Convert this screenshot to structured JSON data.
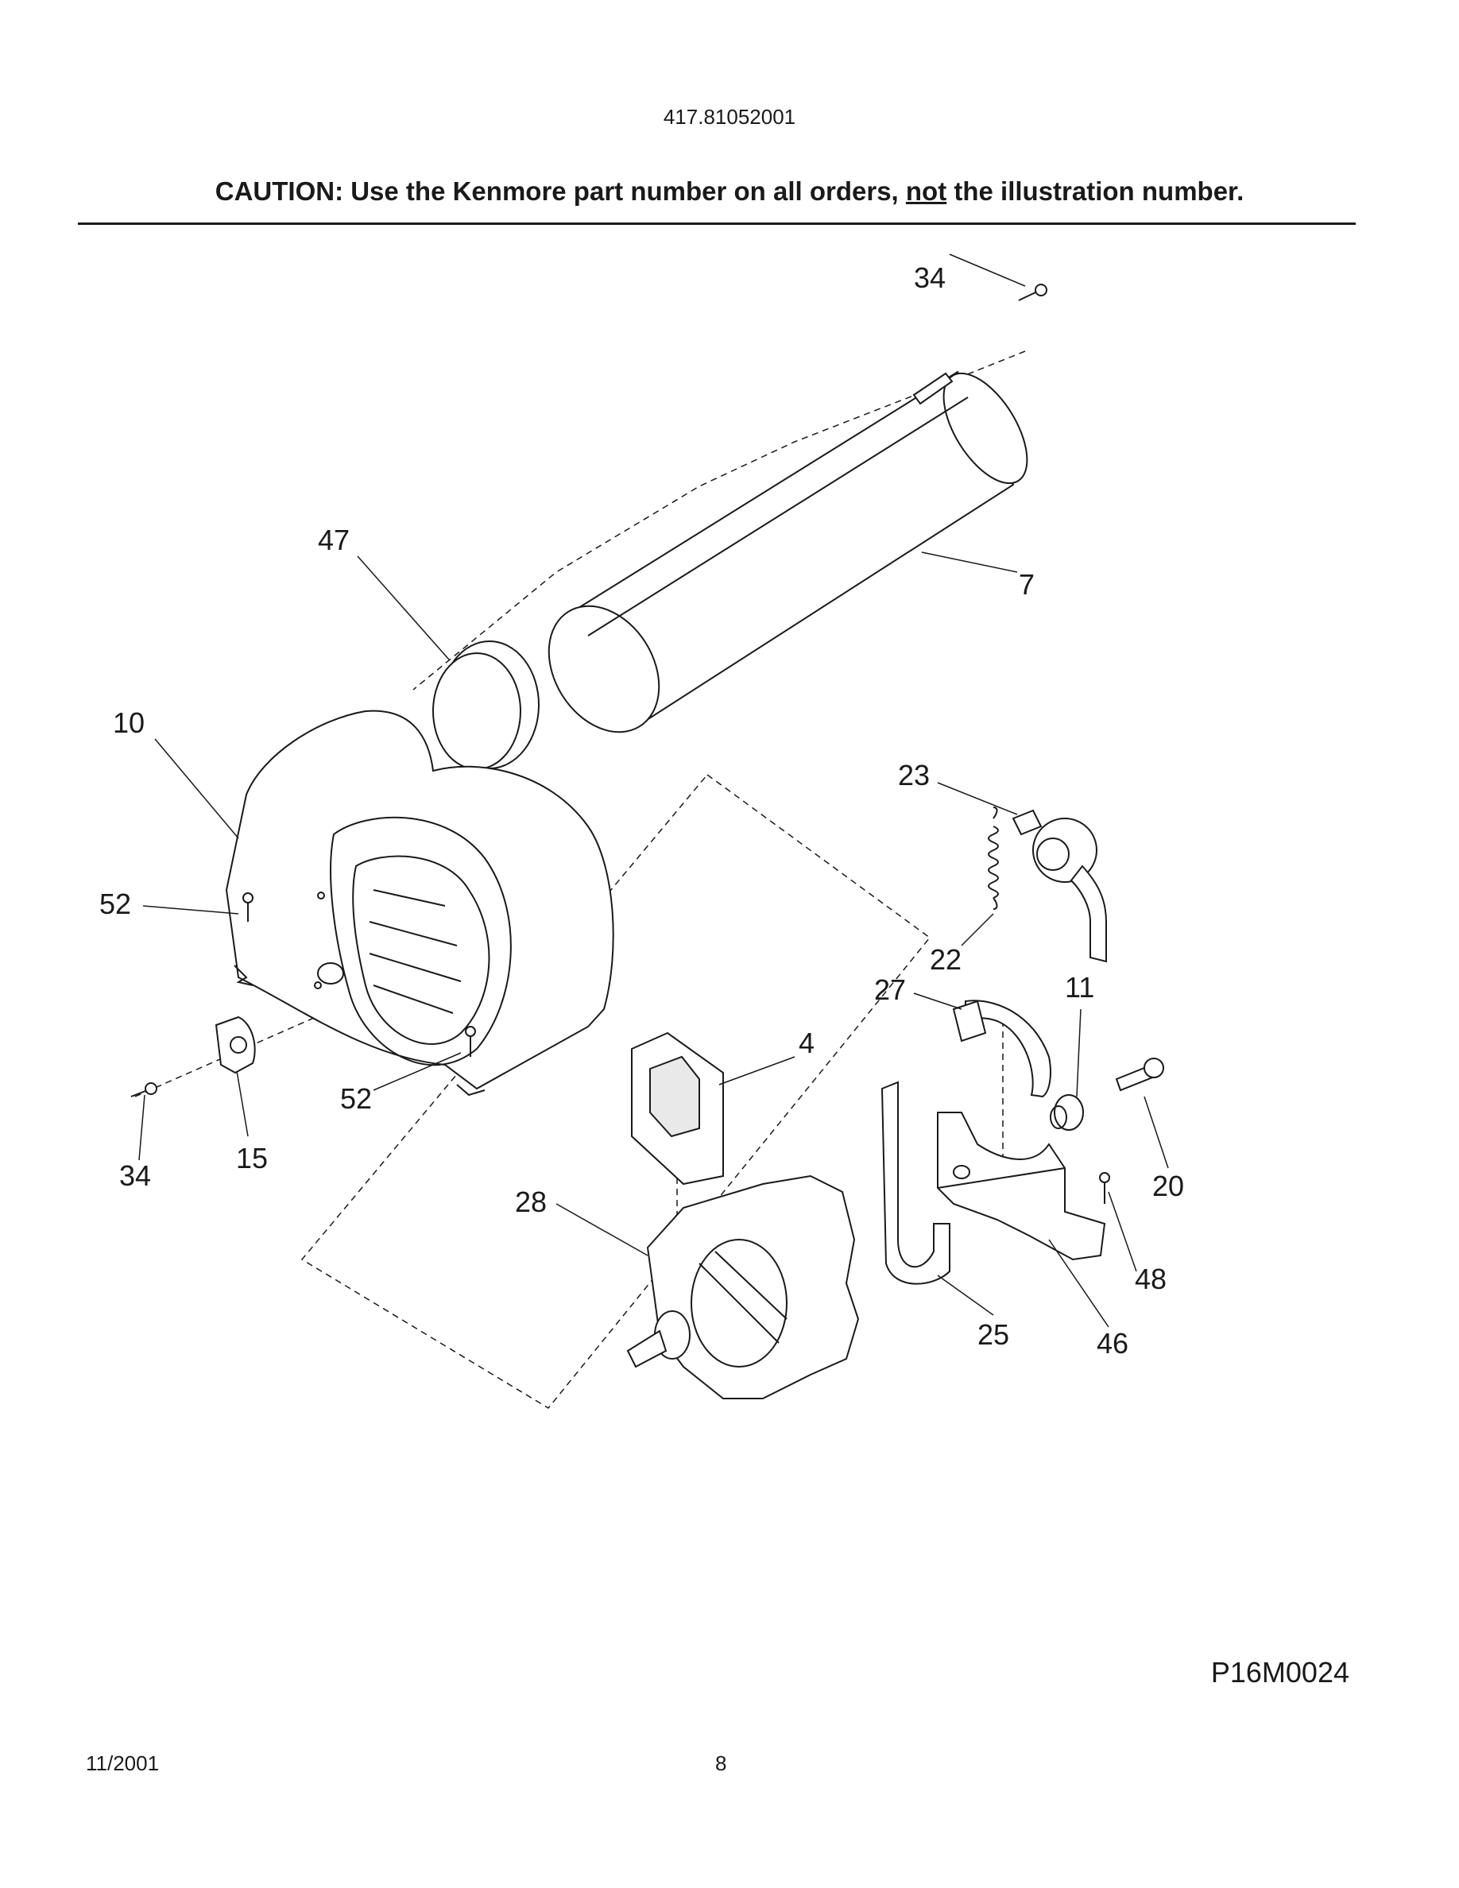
{
  "header": {
    "model_number": "417.81052001",
    "caution_prefix": "CAUTION: Use the Kenmore part number on all orders, ",
    "caution_emphasis": "not",
    "caution_suffix": " the illustration number."
  },
  "diagram": {
    "callouts": [
      "34",
      "47",
      "7",
      "10",
      "23",
      "52",
      "22",
      "27",
      "11",
      "4",
      "52",
      "34",
      "15",
      "20",
      "28",
      "48",
      "25",
      "46"
    ]
  },
  "footer": {
    "diagram_code": "P16M0024",
    "date": "11/2001",
    "page_number": "8"
  }
}
